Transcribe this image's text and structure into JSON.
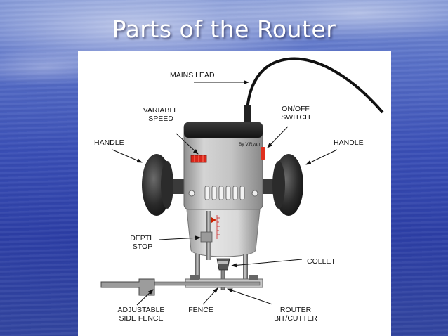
{
  "slide": {
    "title": "Parts of the Router"
  },
  "diagram": {
    "labels": {
      "mains_lead": "MAINS LEAD",
      "variable_speed": [
        "VARIABLE",
        "SPEED"
      ],
      "on_off_switch": [
        "ON/OFF",
        "SWITCH"
      ],
      "handle_left": "HANDLE",
      "handle_right": "HANDLE",
      "depth_stop": [
        "DEPTH",
        "STOP"
      ],
      "collet": "COLLET",
      "adjustable_side_fence": [
        "ADJUSTABLE",
        "SIDE FENCE"
      ],
      "fence": "FENCE",
      "router_bit_cutter": [
        "ROUTER",
        "BIT/CUTTER"
      ],
      "credit": "By V.Ryan"
    },
    "colors": {
      "background": "#2d3fa6",
      "panel": "#ffffff",
      "body_dark": "#1e1e1e",
      "body_grey": "#bcbcbc",
      "switch_red": "#e0301e",
      "arrow_red": "#cc2200"
    }
  }
}
